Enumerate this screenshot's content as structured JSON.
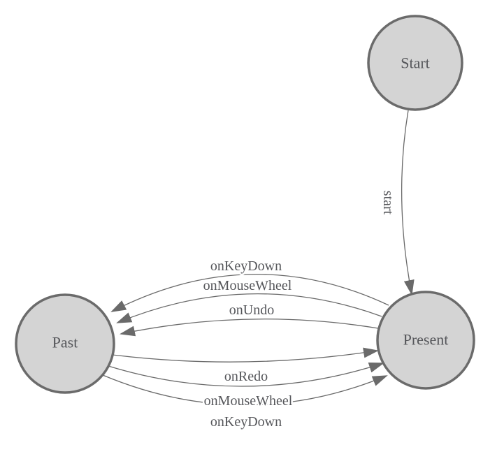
{
  "diagram": {
    "type": "state-machine",
    "colors": {
      "node_fill": "#d4d4d4",
      "node_stroke": "#6b6b6b",
      "edge_stroke": "#6a6a6a",
      "arrow_fill": "#6a6a6a",
      "text": "#55565a",
      "background": "#ffffff"
    },
    "nodes": [
      {
        "id": "start",
        "label": "Start"
      },
      {
        "id": "present",
        "label": "Present"
      },
      {
        "id": "past",
        "label": "Past"
      }
    ],
    "edges": [
      {
        "from": "Start",
        "to": "Present",
        "label": "start"
      },
      {
        "from": "Present",
        "to": "Past",
        "label": "onKeyDown"
      },
      {
        "from": "Present",
        "to": "Past",
        "label": "onMouseWheel"
      },
      {
        "from": "Present",
        "to": "Past",
        "label": "onUndo"
      },
      {
        "from": "Past",
        "to": "Present",
        "label": "onRedo"
      },
      {
        "from": "Past",
        "to": "Present",
        "label": "onMouseWheel"
      },
      {
        "from": "Past",
        "to": "Present",
        "label": "onKeyDown"
      }
    ]
  }
}
